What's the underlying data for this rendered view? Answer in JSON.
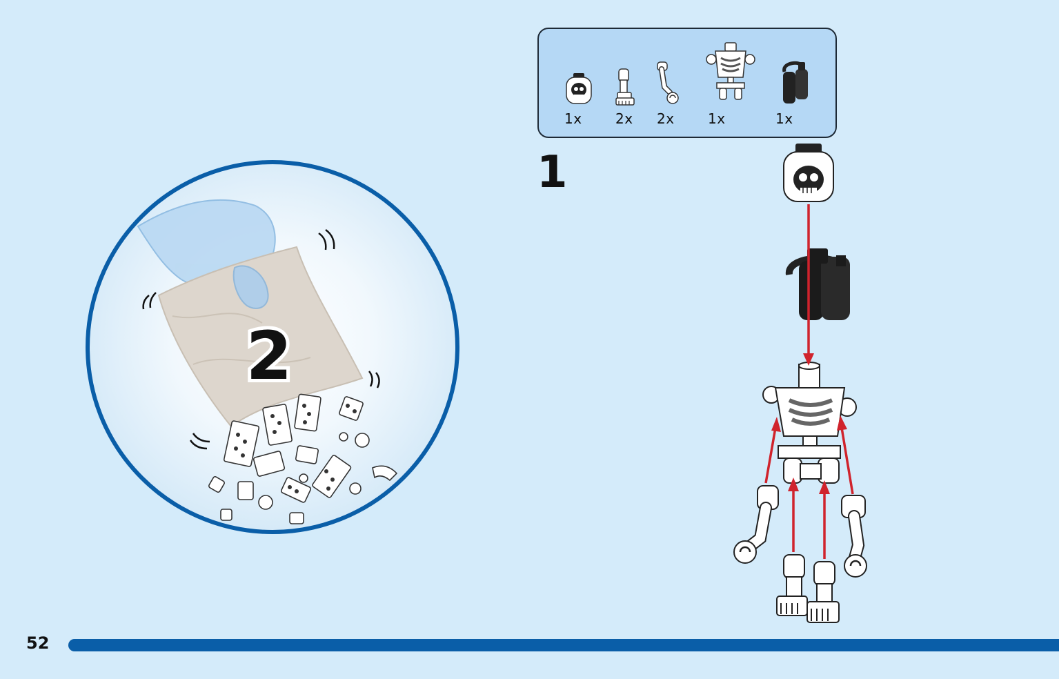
{
  "bag": {
    "number": "2"
  },
  "parts_list": {
    "items": [
      {
        "part": "skull-head",
        "qty": "1x"
      },
      {
        "part": "skeleton-leg",
        "qty": "2x"
      },
      {
        "part": "skeleton-arm",
        "qty": "2x"
      },
      {
        "part": "skeleton-torso",
        "qty": "1x"
      },
      {
        "part": "air-tanks",
        "qty": "1x"
      }
    ]
  },
  "step": {
    "number": "1"
  },
  "footer": {
    "page_number": "52"
  },
  "colors": {
    "background": "#d4ebfa",
    "accent_blue": "#0a5ea8",
    "parts_box": "#b5d8f5",
    "arrow_red": "#d0232c"
  }
}
